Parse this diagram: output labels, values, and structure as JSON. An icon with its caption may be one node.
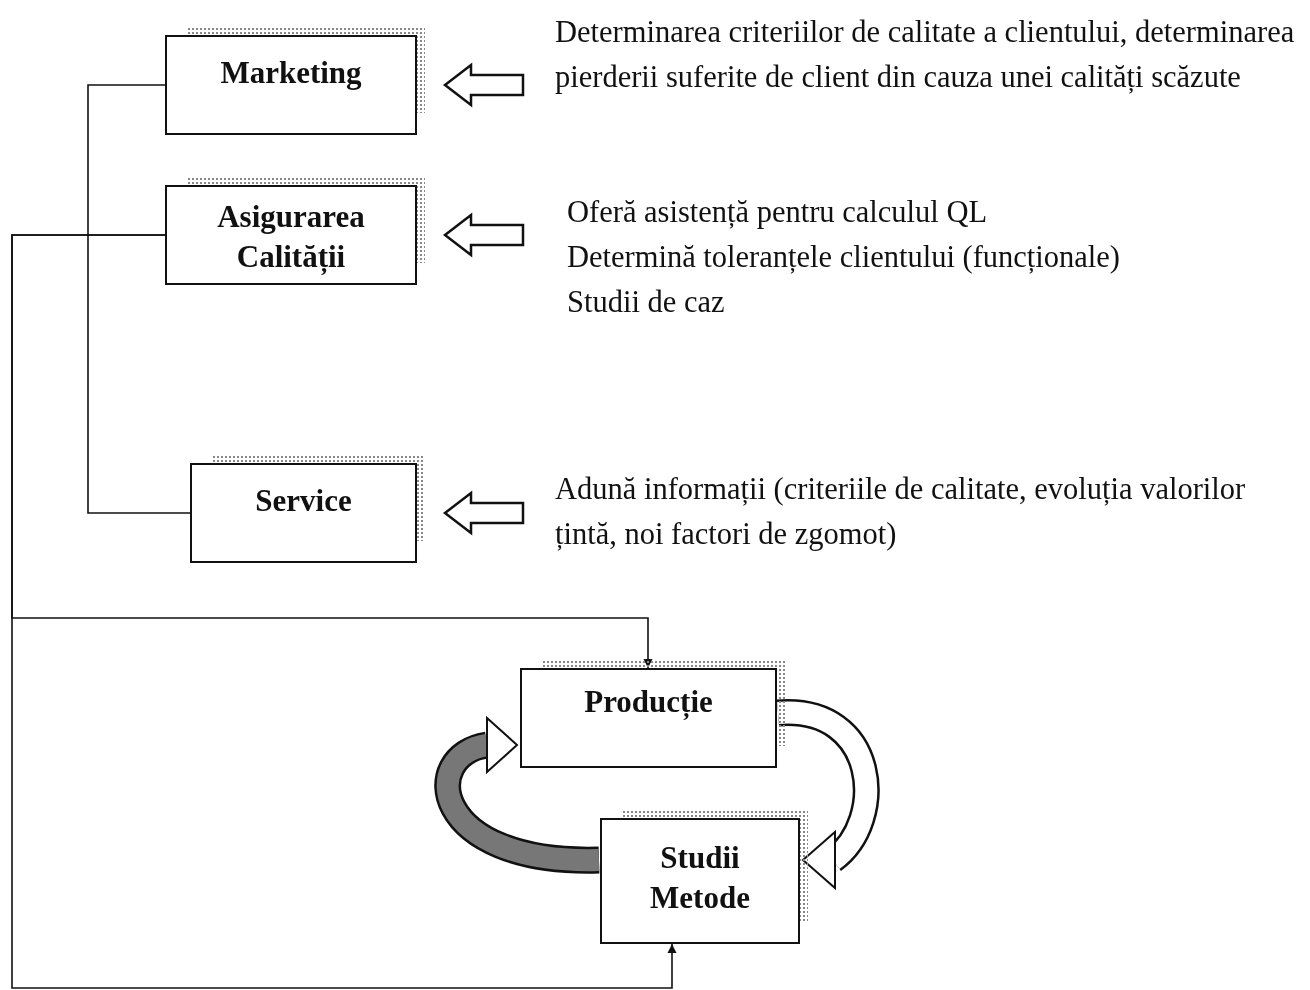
{
  "diagram": {
    "nodes": [
      {
        "text": [
          "Marketing"
        ]
      },
      {
        "text": [
          "Determinarea criteriilor de calitate a clientului, determinarea pierderii suferite de client din cauza unei  calități scăzute"
        ]
      },
      {
        "text": [
          "Asigurarea Calității"
        ]
      },
      {
        "text": [
          "Oferă asistență pentru calculul QL",
          "Determină toleranțele clientului (funcționale)",
          "Studii de caz"
        ]
      },
      {
        "text": [
          "Service"
        ]
      },
      {
        "text": [
          "Adună informații (criteriile de calitate, evoluția valorilor țintă, noi factori de zgomot)"
        ]
      },
      {
        "text": [
          "Producție"
        ]
      },
      {
        "text": [
          "Studii Metode"
        ]
      }
    ],
    "edges": [
      {
        "from": 0,
        "to": 4,
        "arrow": "none"
      },
      {
        "from": 2,
        "to": 6,
        "arrow": "to"
      },
      {
        "from": 2,
        "to": 7,
        "arrow": "to"
      },
      {
        "from": 1,
        "to": 0,
        "arrow": "to",
        "style": "thick"
      },
      {
        "from": 3,
        "to": 2,
        "arrow": "to",
        "style": "thick"
      },
      {
        "from": 5,
        "to": 4,
        "arrow": "to",
        "style": "thick"
      },
      {
        "from": 6,
        "to": 7,
        "arrow": "to",
        "style": "thick"
      },
      {
        "from": 7,
        "to": 6,
        "arrow": "to",
        "style": "thick"
      }
    ]
  }
}
